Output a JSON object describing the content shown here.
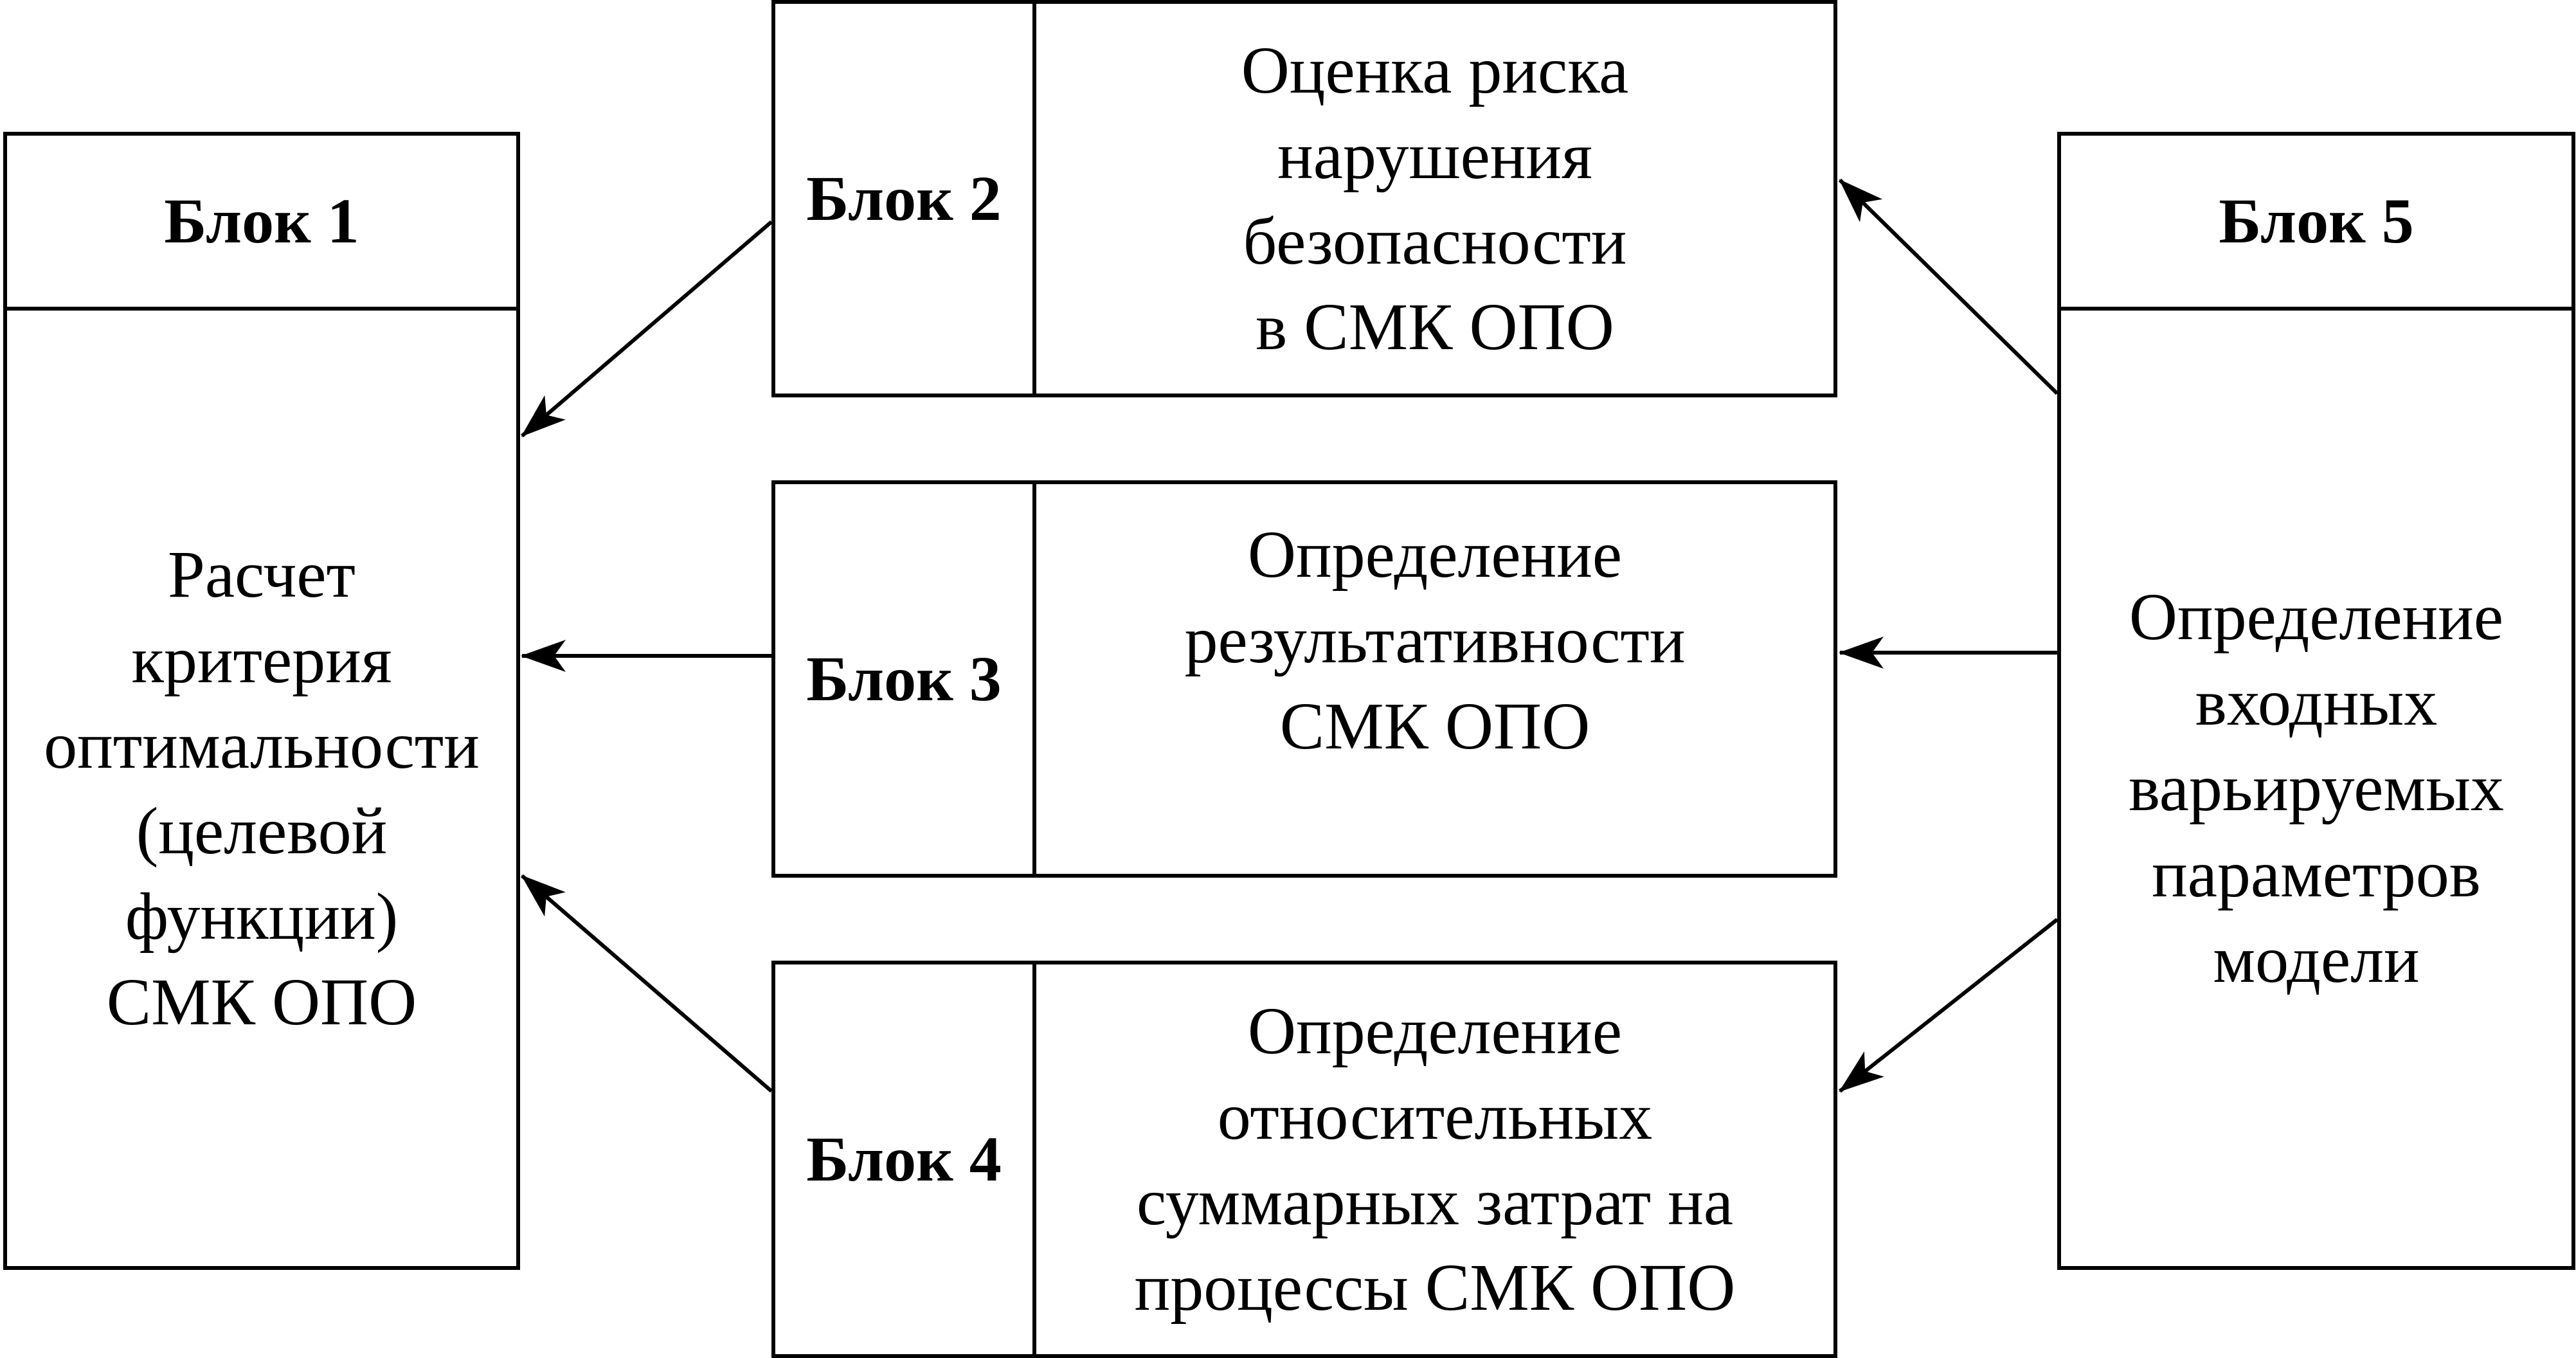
{
  "block1": {
    "header": "Блок 1",
    "text": "Расчет\nкритерия\nоптимальности\n(целевой\nфункции)\nСМК ОПО"
  },
  "block2": {
    "header": "Блок 2",
    "text": "Оценка риска\nнарушения\nбезопасности\nв СМК ОПО"
  },
  "block3": {
    "header": "Блок 3",
    "text": "Определение\nрезультативности\nСМК ОПО"
  },
  "block4": {
    "header": "Блок 4",
    "text": "Определение\nотносительных\nсуммарных затрат на\nпроцессы СМК ОПО"
  },
  "block5": {
    "header": "Блок 5",
    "text": "Определение\nвходных\nварьируемых\nпараметров\nмодели"
  },
  "colors": {
    "line": "#000000",
    "background": "#ffffff"
  }
}
